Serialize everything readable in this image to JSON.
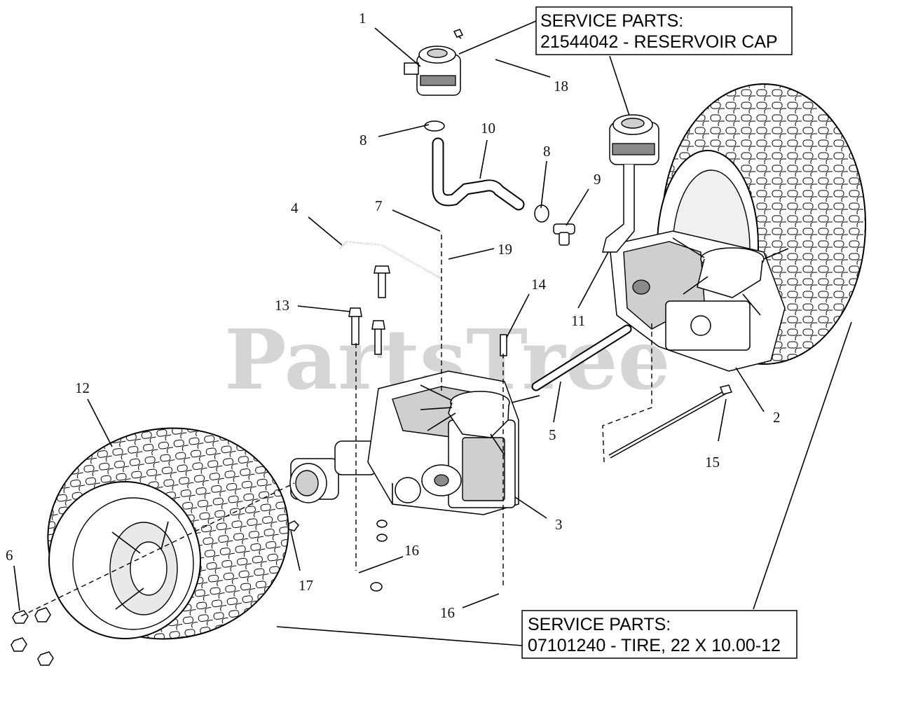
{
  "watermark": "PartsTree",
  "callouts": {
    "c1": "1",
    "c2": "2",
    "c3": "3",
    "c4": "4",
    "c5": "5",
    "c6": "6",
    "c7": "7",
    "c8a": "8",
    "c8b": "8",
    "c9": "9",
    "c10": "10",
    "c11": "11",
    "c12": "12",
    "c13": "13",
    "c14": "14",
    "c15": "15",
    "c16a": "16",
    "c16b": "16",
    "c17": "17",
    "c18": "18",
    "c19": "19"
  },
  "service_boxes": {
    "reservoir": {
      "line1": "SERVICE PARTS:",
      "line2": "21544042 - RESERVOIR CAP"
    },
    "tire": {
      "line1": "SERVICE PARTS:",
      "line2": "07101240 - TIRE, 22 X 10.00-12"
    }
  }
}
